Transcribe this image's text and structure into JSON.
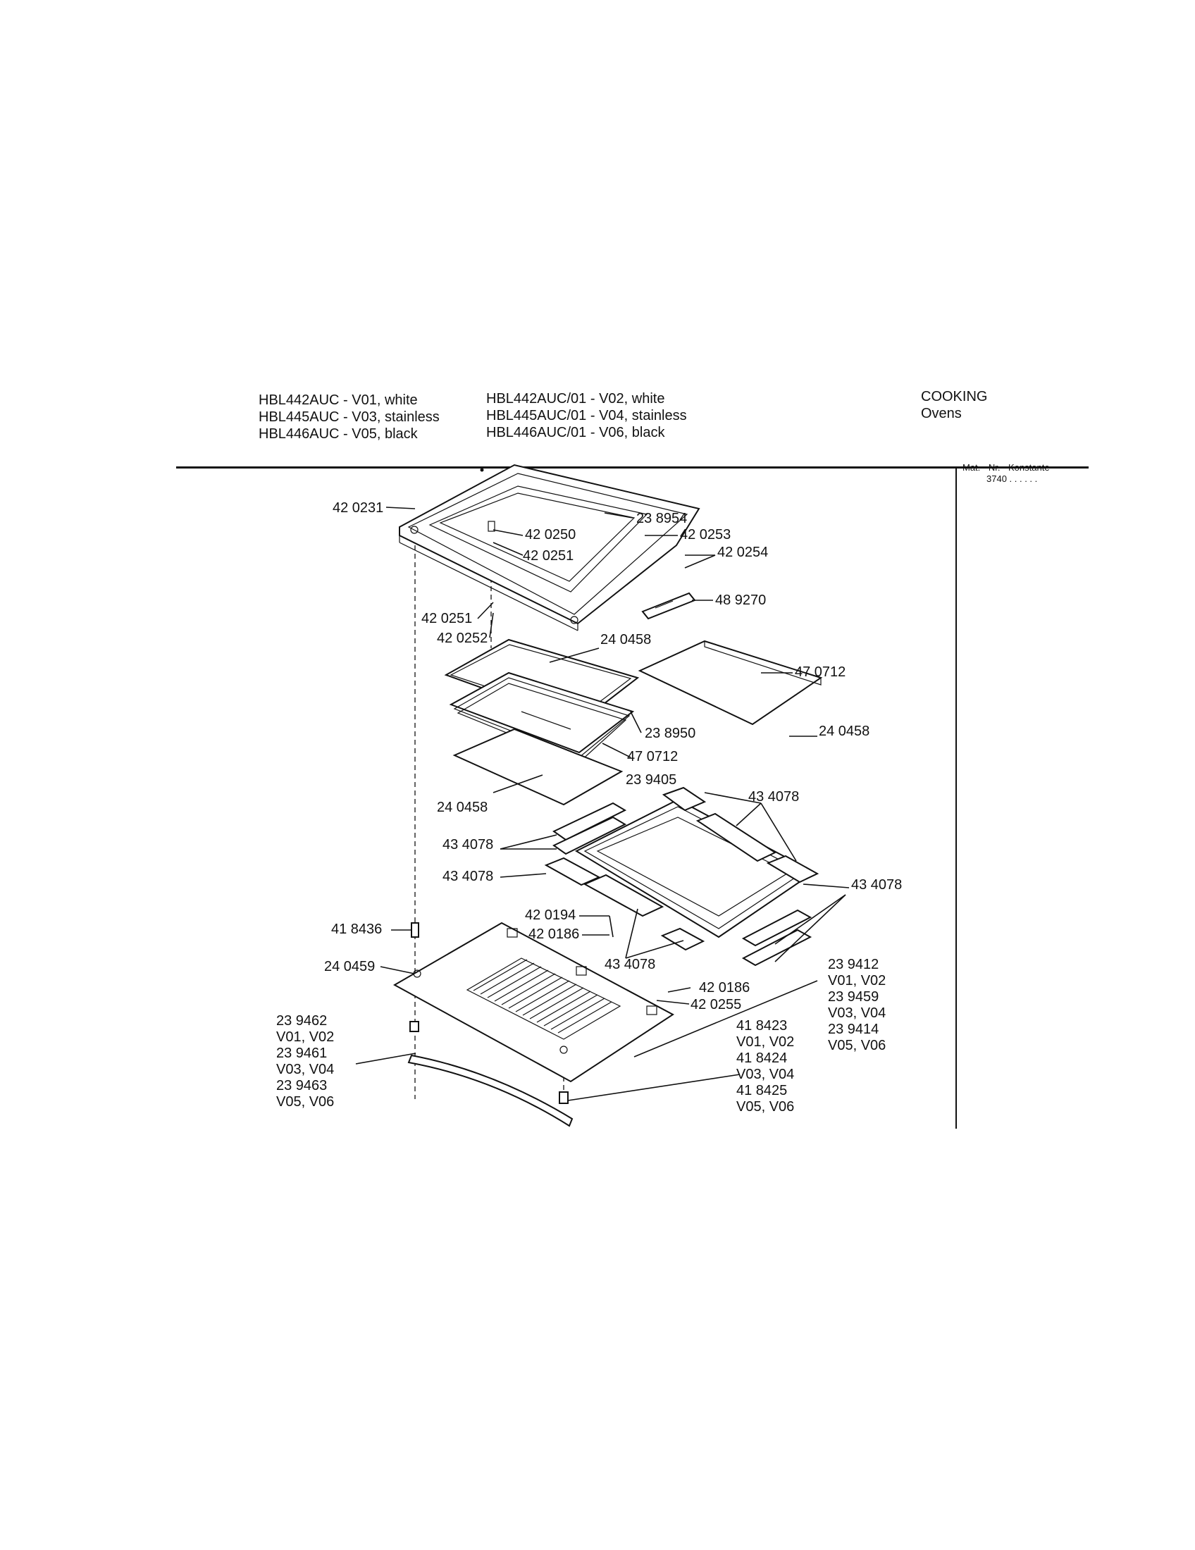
{
  "header": {
    "models_left": [
      "HBL442AUC - V01, white",
      "HBL445AUC - V03, stainless",
      "HBL446AUC - V05, black"
    ],
    "models_right": [
      "HBL442AUC/01 - V02, white",
      "HBL445AUC/01 - V04, stainless",
      "HBL446AUC/01 - V06, black"
    ],
    "category": "COOKING",
    "subcategory": "Ovens",
    "mat_nr_label": "Mat. - Nr. - Konstante",
    "mat_nr_value": "3740 . .   . . . ."
  },
  "labels": {
    "p420231": "42 0231",
    "p238954": "23 8954",
    "p420250": "42 0250",
    "p420251a": "42 0251",
    "p420253": "42 0253",
    "p420254": "42 0254",
    "p489270": "48 9270",
    "p420251b": "42 0251",
    "p420252": "42 0252",
    "p240458a": "24 0458",
    "p470712a": "47 0712",
    "p238950": "23 8950",
    "p240458b": "24 0458",
    "p470712b": "47 0712",
    "p239405": "23 9405",
    "p240458c": "24 0458",
    "p434078a": "43 4078",
    "p434078b": "43 4078",
    "p434078c": "43 4078",
    "p434078d": "43 4078",
    "p434078e": "43 4078",
    "p420194": "42 0194",
    "p420186a": "42 0186",
    "p418436": "41 8436",
    "p240459": "24 0459",
    "p420186b": "42 0186",
    "p420255": "42 0255",
    "grp_right": [
      "23 9412",
      "V01, V02",
      "23 9459",
      "V03, V04",
      "23 9414",
      "V05, V06"
    ],
    "grp_mid": [
      "41 8423",
      "V01, V02",
      "41 8424",
      "V03, V04",
      "41 8425",
      "V05, V06"
    ],
    "grp_left": [
      "23 9462",
      "V01, V02",
      "23 9461",
      "V03, V04",
      "23 9463",
      "V05, V06"
    ]
  }
}
